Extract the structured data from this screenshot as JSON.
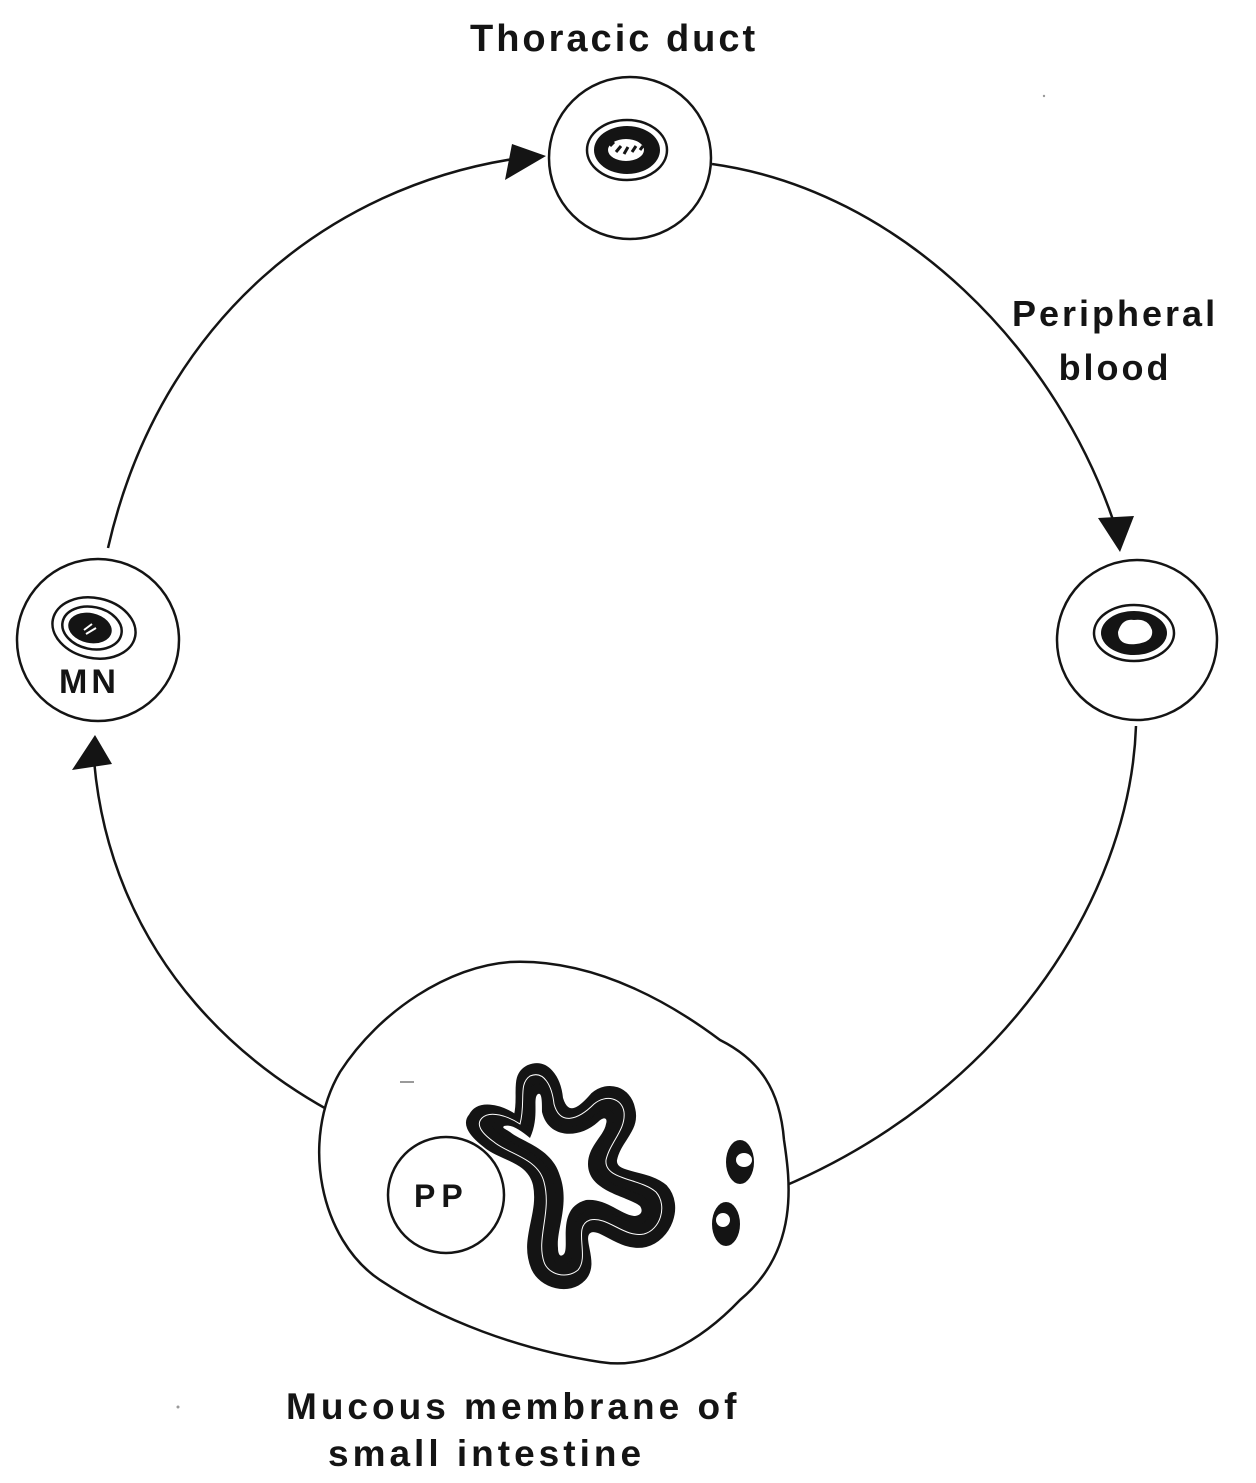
{
  "diagram": {
    "nodes": {
      "thoracic_duct": {
        "label": "Thoracic duct"
      },
      "peripheral_blood": {
        "label_line1": "Peripheral",
        "label_line2": "blood"
      },
      "mesenteric_node": {
        "label": "MN"
      },
      "intestine": {
        "label_line1": "Mucous membrane of",
        "label_line2": "small intestine"
      },
      "peyers_patch": {
        "label": "PP"
      }
    },
    "flow": [
      "PP → MN",
      "MN → Thoracic duct",
      "Thoracic duct → Peripheral blood",
      "Peripheral blood → Mucous membrane of small intestine"
    ],
    "colors": {
      "line": "#141414",
      "background": "#ffffff"
    }
  }
}
